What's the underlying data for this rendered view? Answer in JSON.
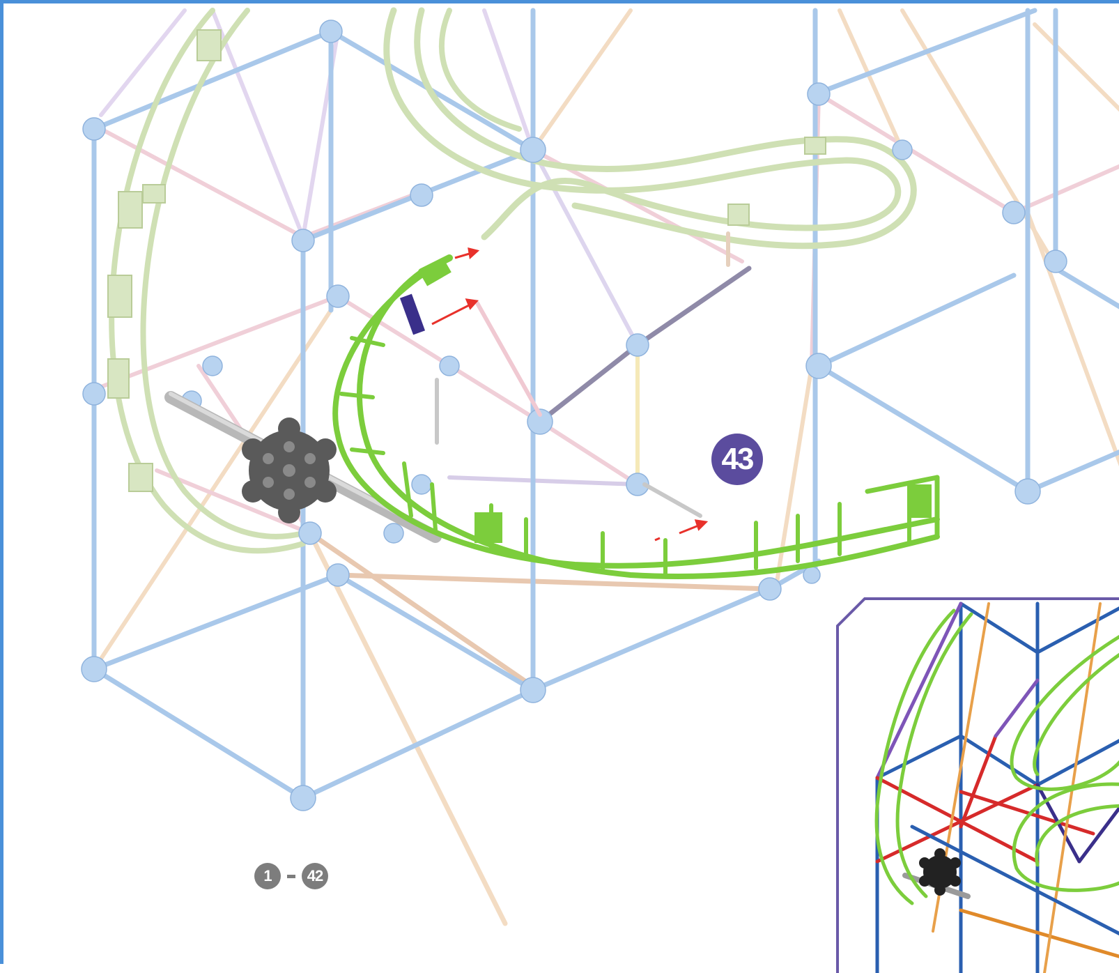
{
  "step": {
    "number": "43"
  },
  "previous_steps": {
    "from": "1",
    "separator": "-",
    "to": "42"
  },
  "colors": {
    "frame_rod": "#a9c8ea",
    "connector": "#b8d3f0",
    "track_faded": "#cfe0b4",
    "track_new": "#7ccd3c",
    "arrow": "#e8312b",
    "badge": "#5b4c9e",
    "inset_border": "#6a5aa8",
    "gear": "#5a5a5a"
  },
  "icons": {
    "arrow": "red-arrow-icon",
    "gear": "gear-icon",
    "connector": "connector-hub-icon"
  }
}
